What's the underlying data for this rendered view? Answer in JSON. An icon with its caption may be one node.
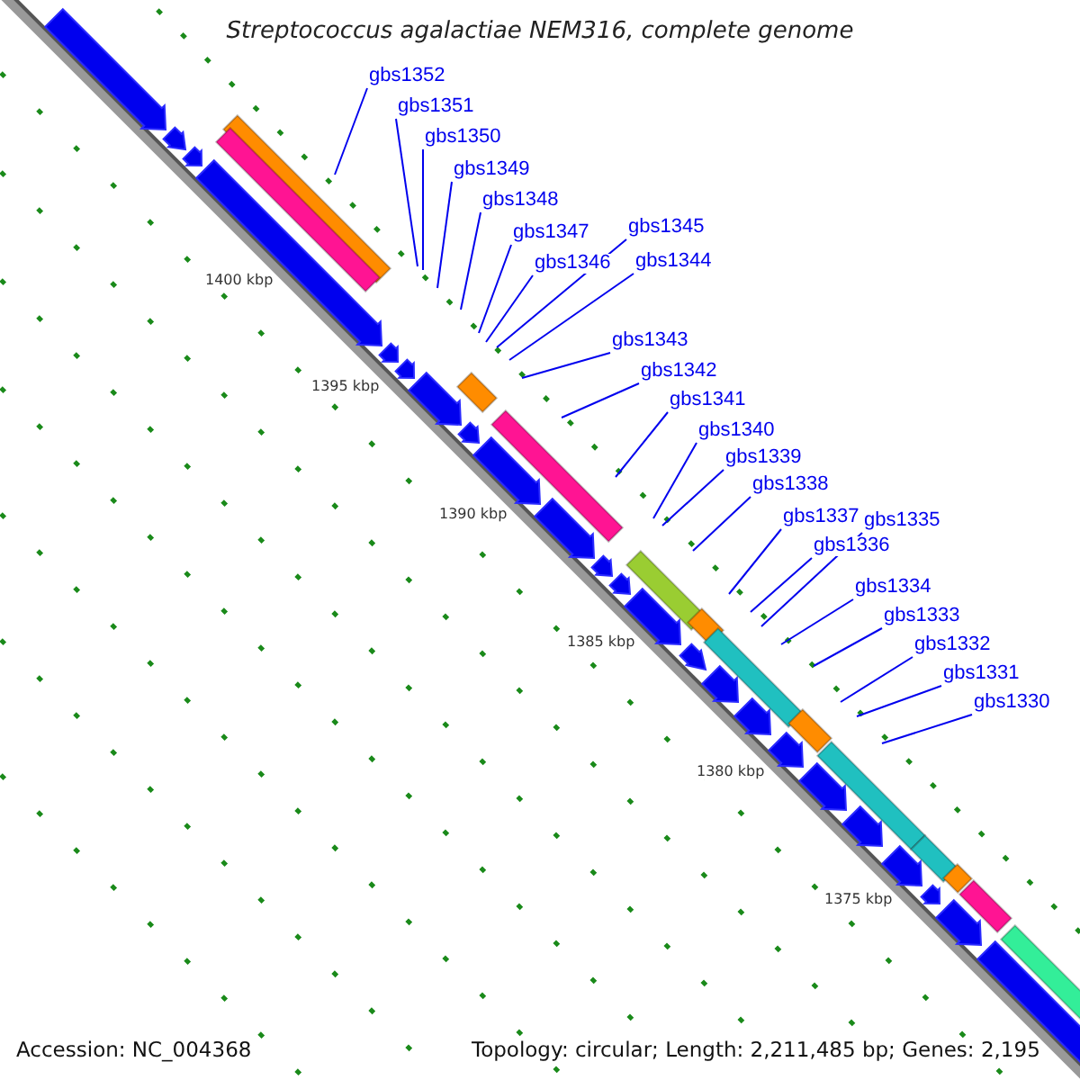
{
  "diagram": {
    "title": "Streptococcus agalactiae NEM316, complete genome",
    "nodes": [
      {
        "text": [
          "gbs1352"
        ]
      },
      {
        "text": [
          "gbs1351"
        ]
      },
      {
        "text": [
          "gbs1350"
        ]
      },
      {
        "text": [
          "gbs1349"
        ]
      },
      {
        "text": [
          "gbs1348"
        ]
      },
      {
        "text": [
          "gbs1347"
        ]
      },
      {
        "text": [
          "gbs1346"
        ]
      },
      {
        "text": [
          "gbs1345"
        ]
      },
      {
        "text": [
          "gbs1344"
        ]
      },
      {
        "text": [
          "gbs1343"
        ]
      },
      {
        "text": [
          "gbs1342"
        ]
      },
      {
        "text": [
          "gbs1341"
        ]
      },
      {
        "text": [
          "gbs1340"
        ]
      },
      {
        "text": [
          "gbs1339"
        ]
      },
      {
        "text": [
          "gbs1338"
        ]
      },
      {
        "text": [
          "gbs1337"
        ]
      },
      {
        "text": [
          "gbs1336"
        ]
      },
      {
        "text": [
          "gbs1335"
        ]
      },
      {
        "text": [
          "gbs1334"
        ]
      },
      {
        "text": [
          "gbs1333"
        ]
      },
      {
        "text": [
          "gbs1332"
        ]
      },
      {
        "text": [
          "gbs1331"
        ]
      },
      {
        "text": [
          "gbs1330"
        ]
      }
    ],
    "edges": [
      {
        "from": 0,
        "to": null,
        "arrow": "none"
      },
      {
        "from": 1,
        "to": null,
        "arrow": "none"
      },
      {
        "from": 2,
        "to": null,
        "arrow": "none"
      },
      {
        "from": 3,
        "to": null,
        "arrow": "none"
      },
      {
        "from": 4,
        "to": null,
        "arrow": "none"
      },
      {
        "from": 5,
        "to": null,
        "arrow": "none"
      },
      {
        "from": 6,
        "to": null,
        "arrow": "none"
      },
      {
        "from": 7,
        "to": null,
        "arrow": "none"
      },
      {
        "from": 8,
        "to": null,
        "arrow": "none"
      },
      {
        "from": 9,
        "to": null,
        "arrow": "none"
      },
      {
        "from": 10,
        "to": null,
        "arrow": "none"
      },
      {
        "from": 11,
        "to": null,
        "arrow": "none"
      },
      {
        "from": 12,
        "to": null,
        "arrow": "none"
      },
      {
        "from": 13,
        "to": null,
        "arrow": "none"
      },
      {
        "from": 14,
        "to": null,
        "arrow": "none"
      },
      {
        "from": 15,
        "to": null,
        "arrow": "none"
      },
      {
        "from": 16,
        "to": null,
        "arrow": "none"
      },
      {
        "from": 17,
        "to": null,
        "arrow": "none"
      },
      {
        "from": 18,
        "to": null,
        "arrow": "none"
      },
      {
        "from": 19,
        "to": null,
        "arrow": "none"
      },
      {
        "from": 20,
        "to": null,
        "arrow": "none"
      },
      {
        "from": 21,
        "to": null,
        "arrow": "none"
      },
      {
        "from": 22,
        "to": null,
        "arrow": "none"
      }
    ],
    "labels": [
      "1400 kbp",
      "1395 kbp",
      "1390 kbp",
      "1385 kbp",
      "1380 kbp",
      "1375 kbp",
      "Accession: NC_004368",
      "Topology: circular; Length: 2,211,485 bp; Genes: 2,195"
    ]
  }
}
